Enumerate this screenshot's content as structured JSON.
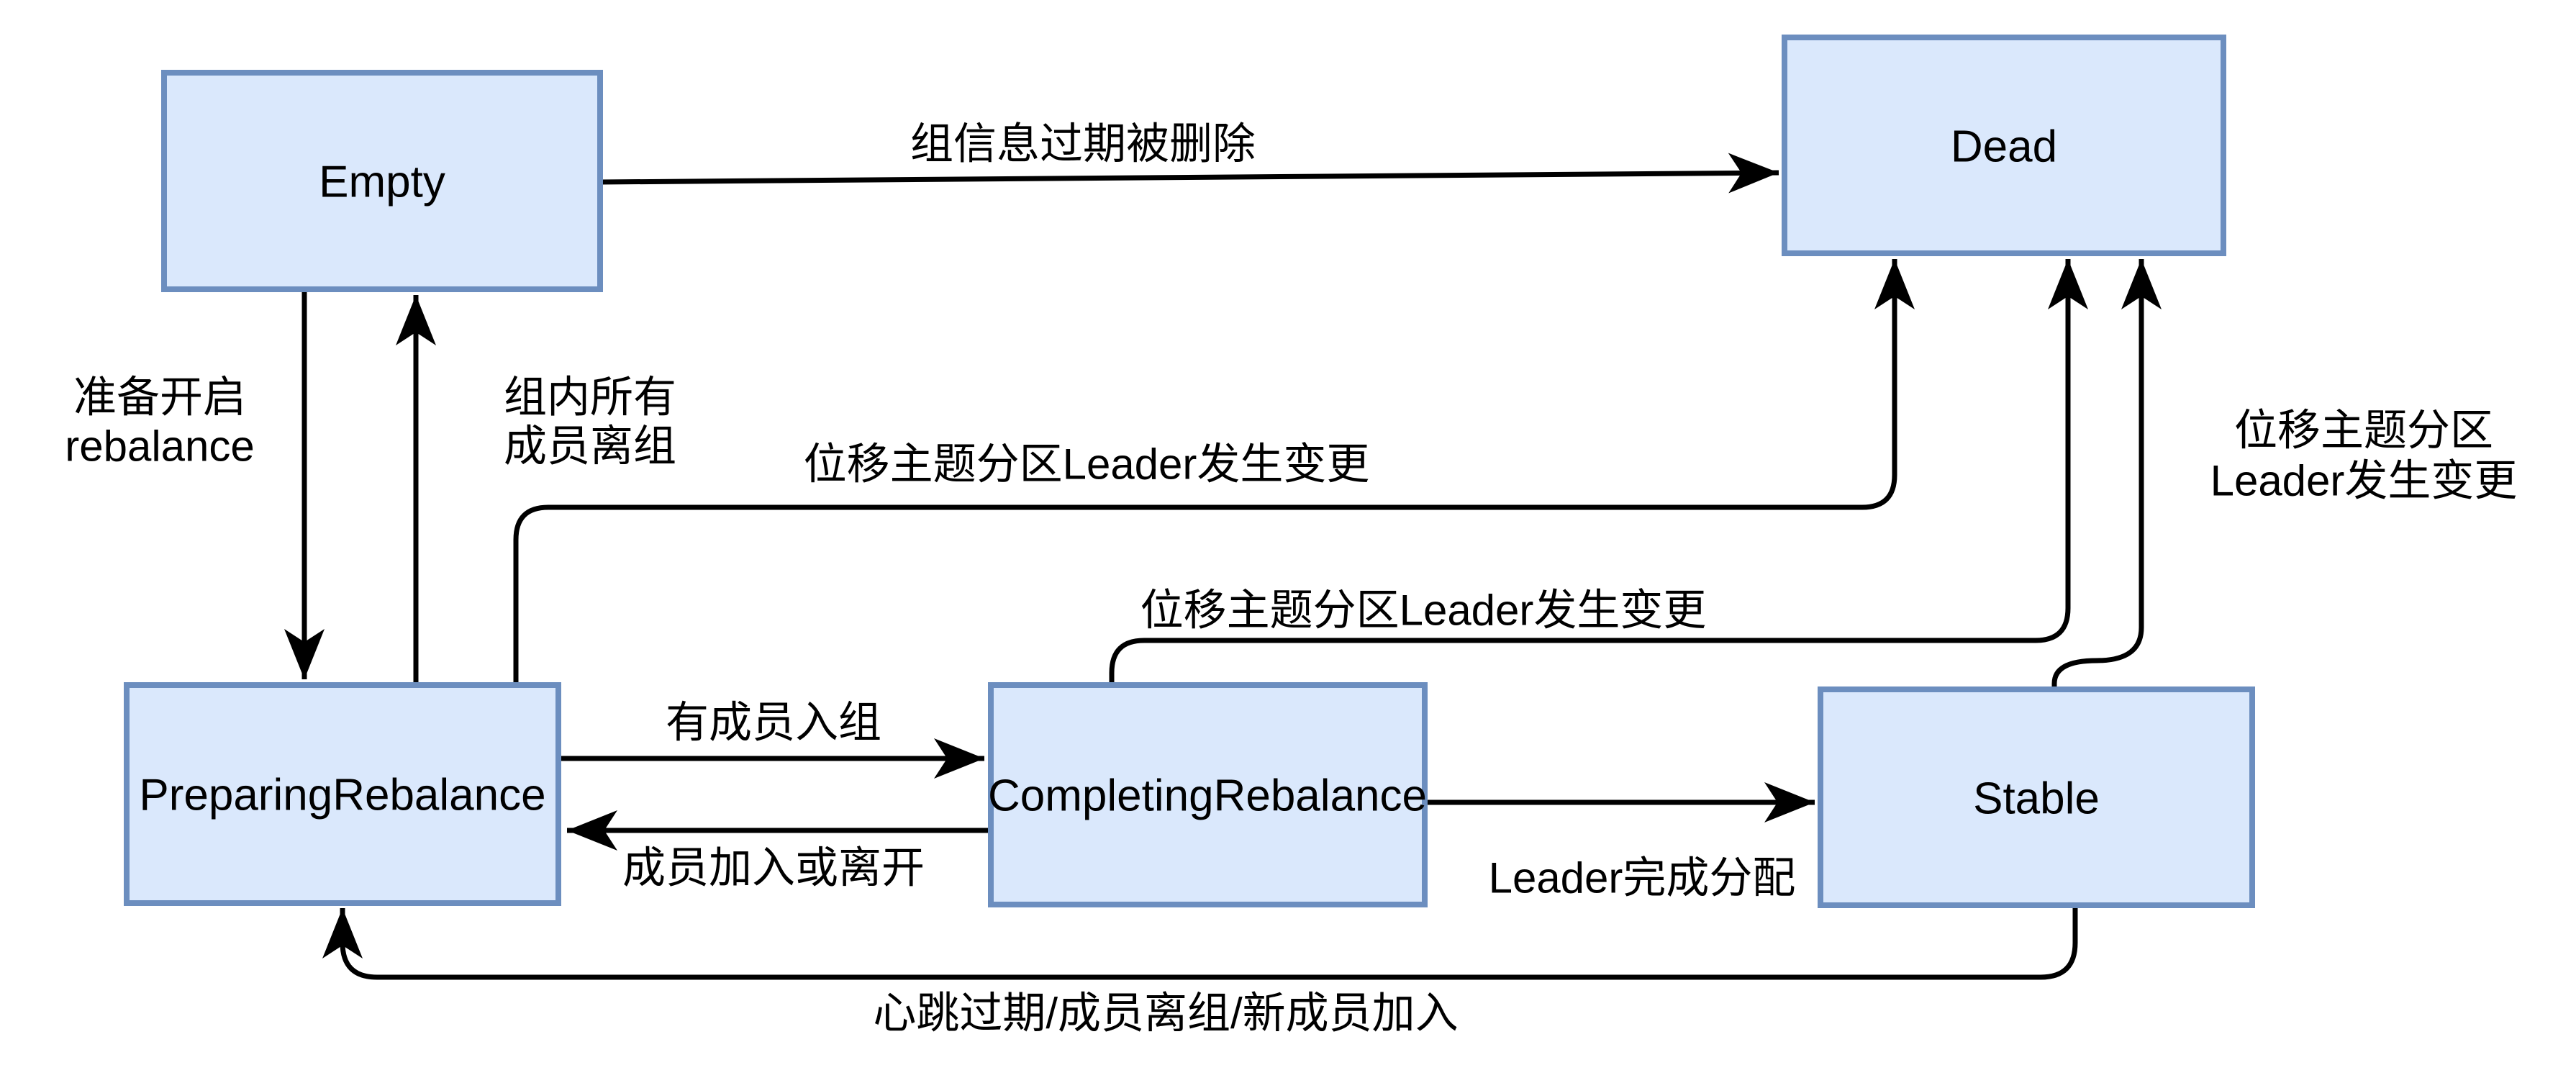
{
  "diagram": {
    "type": "state-machine",
    "background_color": "#ffffff",
    "colors": {
      "node_fill": "#dae8fc",
      "node_border": "#6c8ebf",
      "edge_line": "#000000",
      "text": "#000000"
    },
    "nodes": [
      {
        "id": "empty",
        "label": "Empty"
      },
      {
        "id": "dead",
        "label": "Dead"
      },
      {
        "id": "preparing",
        "label": "PreparingRebalance"
      },
      {
        "id": "completing",
        "label": "CompletingRebalance"
      },
      {
        "id": "stable",
        "label": "Stable"
      }
    ],
    "edges": [
      {
        "id": "empty-to-dead",
        "from": "Empty",
        "to": "Dead",
        "label_lines": [
          "组信息过期被删除"
        ]
      },
      {
        "id": "empty-to-preparing",
        "from": "Empty",
        "to": "PreparingRebalance",
        "label_lines": [
          "准备开启",
          "rebalance"
        ]
      },
      {
        "id": "preparing-to-empty",
        "from": "PreparingRebalance",
        "to": "Empty",
        "label_lines": [
          "组内所有",
          "成员离组"
        ]
      },
      {
        "id": "preparing-to-dead",
        "from": "PreparingRebalance",
        "to": "Dead",
        "label_lines": [
          "位移主题分区Leader发生变更"
        ]
      },
      {
        "id": "completing-to-dead",
        "from": "CompletingRebalance",
        "to": "Dead",
        "label_lines": [
          "位移主题分区Leader发生变更"
        ]
      },
      {
        "id": "stable-to-dead",
        "from": "Stable",
        "to": "Dead",
        "label_lines": [
          "位移主题分区",
          "Leader发生变更"
        ]
      },
      {
        "id": "preparing-to-completing",
        "from": "PreparingRebalance",
        "to": "CompletingRebalance",
        "label_lines": [
          "有成员入组"
        ]
      },
      {
        "id": "completing-to-preparing",
        "from": "CompletingRebalance",
        "to": "PreparingRebalance",
        "label_lines": [
          "成员加入或离开"
        ]
      },
      {
        "id": "completing-to-stable",
        "from": "CompletingRebalance",
        "to": "Stable",
        "label_lines": [
          "Leader完成分配"
        ]
      },
      {
        "id": "stable-to-preparing",
        "from": "Stable",
        "to": "PreparingRebalance",
        "label_lines": [
          "心跳过期/成员离组/新成员加入"
        ]
      }
    ]
  }
}
